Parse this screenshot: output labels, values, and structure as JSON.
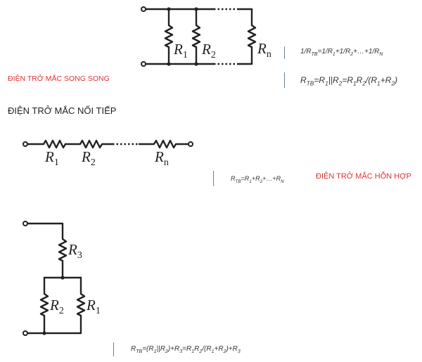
{
  "titles": {
    "parallel": "ĐIỆN TRỞ MẮC SONG SONG",
    "series": "ĐIỆN TRỞ MẮC NỐI TIẾP",
    "mixed": "ĐIỆN TRỞ MẮC HỖN HỢP"
  },
  "accent_color": "#e0332f",
  "labels": {
    "R": "R",
    "sub1": "1",
    "sub2": "2",
    "sub3": "3",
    "subn": "n"
  },
  "formulas": {
    "parallel_1": {
      "parts": [
        {
          "t": "1/R"
        },
        {
          "s": "TB"
        },
        {
          "t": "=1/R"
        },
        {
          "s": "1"
        },
        {
          "t": "+1/R"
        },
        {
          "s": "2"
        },
        {
          "t": "+…+1/R"
        },
        {
          "s": "N"
        }
      ]
    },
    "parallel_2": {
      "parts": [
        {
          "t": "R"
        },
        {
          "s": "TB"
        },
        {
          "t": "=R"
        },
        {
          "s": "1"
        },
        {
          "t": "||R"
        },
        {
          "s": "2"
        },
        {
          "t": "=R"
        },
        {
          "s": "1"
        },
        {
          "t": "R"
        },
        {
          "s": "2"
        },
        {
          "t": "/(R"
        },
        {
          "s": "1"
        },
        {
          "t": "+R"
        },
        {
          "s": "2"
        },
        {
          "t": ")"
        }
      ]
    },
    "series": {
      "parts": [
        {
          "t": "R"
        },
        {
          "s": "TB"
        },
        {
          "t": "=R"
        },
        {
          "s": "1"
        },
        {
          "t": "+R"
        },
        {
          "s": "2"
        },
        {
          "t": "+…+R"
        },
        {
          "s": "N"
        }
      ]
    },
    "mixed": {
      "parts": [
        {
          "t": "R"
        },
        {
          "s": "TB"
        },
        {
          "t": "=(R"
        },
        {
          "s": "1"
        },
        {
          "t": "||R"
        },
        {
          "s": "2"
        },
        {
          "t": ")+R"
        },
        {
          "s": "3"
        },
        {
          "t": "=R"
        },
        {
          "s": "1"
        },
        {
          "t": "R"
        },
        {
          "s": "2"
        },
        {
          "t": "/(R"
        },
        {
          "s": "1"
        },
        {
          "t": "+R"
        },
        {
          "s": "2"
        },
        {
          "t": ")+R"
        },
        {
          "s": "3"
        }
      ]
    }
  }
}
